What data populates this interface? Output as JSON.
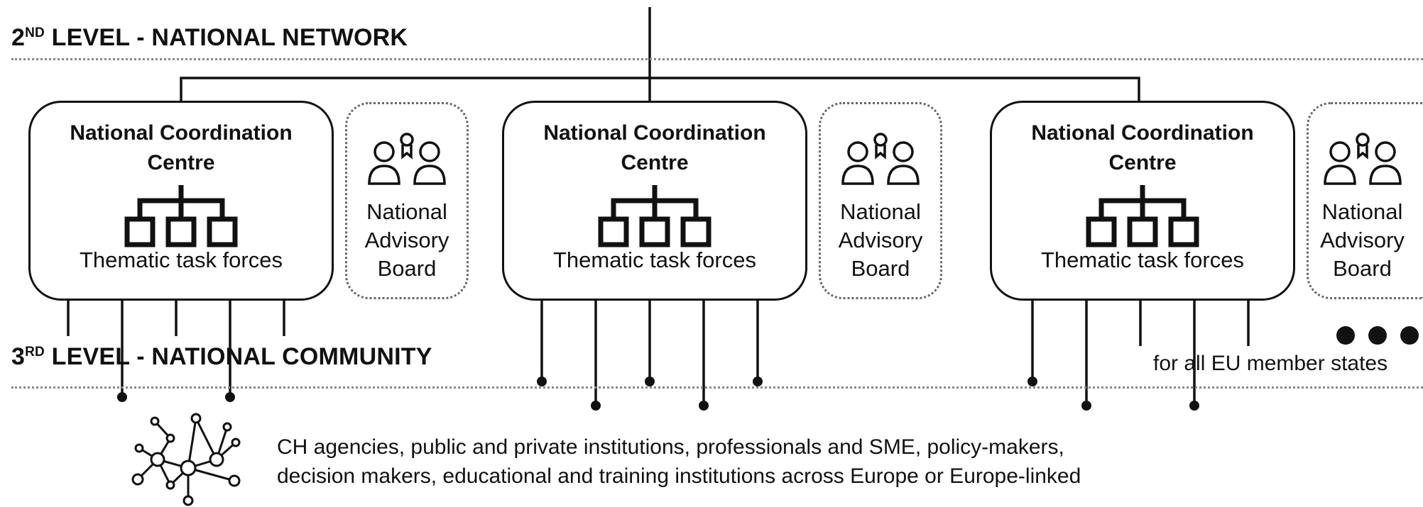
{
  "levels": {
    "second": {
      "num": "2",
      "suffix": "ND",
      "title": " LEVEL - NATIONAL NETWORK"
    },
    "third": {
      "num": "3",
      "suffix": "RD",
      "title": " LEVEL - NATIONAL COMMUNITY"
    }
  },
  "ncc": {
    "title_line1": "National Coordination",
    "title_line2": "Centre",
    "subtitle": "Thematic task forces",
    "icon": "org-chart-icon"
  },
  "board": {
    "line1": "National",
    "line2": "Advisory",
    "line3": "Board",
    "icon": "people-award-icon"
  },
  "community": {
    "line1": "CH agencies, public and private institutions, professionals and SME, policy-makers,",
    "line2": "decision makers, educational and training institutions across Europe or Europe-linked",
    "icon": "network-nodes-icon"
  },
  "more": {
    "label": "for all EU member states",
    "icon": "ellipsis-dots-icon"
  },
  "colors": {
    "line": "#111111",
    "rule": "#888888",
    "board_border": "#666666"
  }
}
